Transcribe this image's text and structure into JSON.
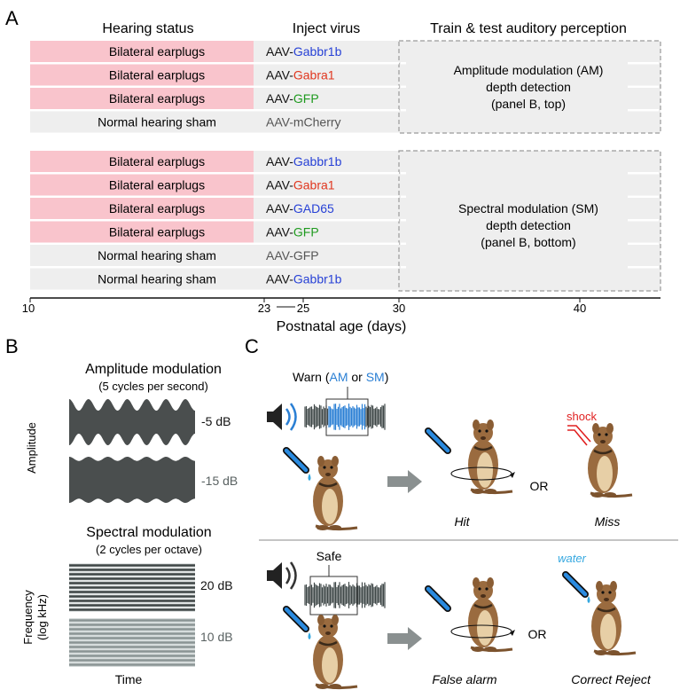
{
  "panel_a": {
    "letter": "A",
    "headers": {
      "hearing": "Hearing status",
      "virus": "Inject virus",
      "train": "Train & test auditory perception"
    },
    "group1": {
      "rows": [
        {
          "hearing": "Bilateral earplugs",
          "earplug": true,
          "prefix": "AAV-",
          "gene": "Gabbr1b",
          "gene_color": "#2741d6"
        },
        {
          "hearing": "Bilateral earplugs",
          "earplug": true,
          "prefix": "AAV-",
          "gene": "Gabra1",
          "gene_color": "#e0361e"
        },
        {
          "hearing": "Bilateral earplugs",
          "earplug": true,
          "prefix": "AAV-",
          "gene": "GFP",
          "gene_color": "#1e9a1e"
        },
        {
          "hearing": "Normal hearing sham",
          "earplug": false,
          "prefix": "AAV-mCherry",
          "gene": "",
          "gene_color": "#555555",
          "prefix_gray": true
        }
      ],
      "task": [
        "Amplitude modulation (AM)",
        "depth detection",
        "(panel B, top)"
      ]
    },
    "group2": {
      "rows": [
        {
          "hearing": "Bilateral earplugs",
          "earplug": true,
          "prefix": "AAV-",
          "gene": "Gabbr1b",
          "gene_color": "#2741d6"
        },
        {
          "hearing": "Bilateral earplugs",
          "earplug": true,
          "prefix": "AAV-",
          "gene": "Gabra1",
          "gene_color": "#e0361e"
        },
        {
          "hearing": "Bilateral earplugs",
          "earplug": true,
          "prefix": "AAV-",
          "gene": "GAD65",
          "gene_color": "#2741d6"
        },
        {
          "hearing": "Bilateral earplugs",
          "earplug": true,
          "prefix": "AAV-",
          "gene": "GFP",
          "gene_color": "#1e9a1e"
        },
        {
          "hearing": "Normal hearing sham",
          "earplug": false,
          "prefix": "AAV-GFP",
          "gene": "",
          "gene_color": "#555555",
          "prefix_gray": true
        },
        {
          "hearing": "Normal hearing sham",
          "earplug": false,
          "prefix": "AAV-",
          "gene": "Gabbr1b",
          "gene_color": "#2741d6"
        }
      ],
      "task": [
        "Spectral modulation (SM)",
        "depth detection",
        "(panel B, bottom)"
      ]
    },
    "axis": {
      "ticks": [
        {
          "label": "10",
          "value": 10
        },
        {
          "label": "23",
          "value": 23
        },
        {
          "label": "25",
          "value": 25
        },
        {
          "label": "30",
          "value": 30
        },
        {
          "label": "40",
          "value": 40
        }
      ],
      "label": "Postnatal age (days)"
    }
  },
  "panel_b": {
    "letter": "B",
    "am_title": "Amplitude modulation",
    "am_subtitle": "(5 cycles per second)",
    "am_ylabel": "Amplitude",
    "am_levels": [
      {
        "label": "-5 dB",
        "depth": 0.5
      },
      {
        "label": "-15 dB",
        "depth": 0.18
      }
    ],
    "sm_title": "Spectral modulation",
    "sm_subtitle": "(2 cycles per octave)",
    "sm_ylabel_1": "Frequency",
    "sm_ylabel_2": "(log kHz)",
    "sm_levels": [
      {
        "label": "20 dB"
      },
      {
        "label": "10 dB"
      }
    ],
    "xlabel": "Time"
  },
  "panel_c": {
    "letter": "C",
    "warn_prefix": "Warn (",
    "warn_am": "AM",
    "warn_or": " or ",
    "warn_sm": "SM",
    "warn_suffix": ")",
    "safe": "Safe",
    "or1": "OR",
    "or2": "OR",
    "shock": "shock",
    "water": "water",
    "outcomes": [
      "Hit",
      "Miss",
      "False alarm",
      "Correct Reject"
    ],
    "colors": {
      "blue": "#2a7fd4",
      "red": "#e02020",
      "water": "#35a8e0",
      "gerbil": "#9a6b3f"
    }
  }
}
